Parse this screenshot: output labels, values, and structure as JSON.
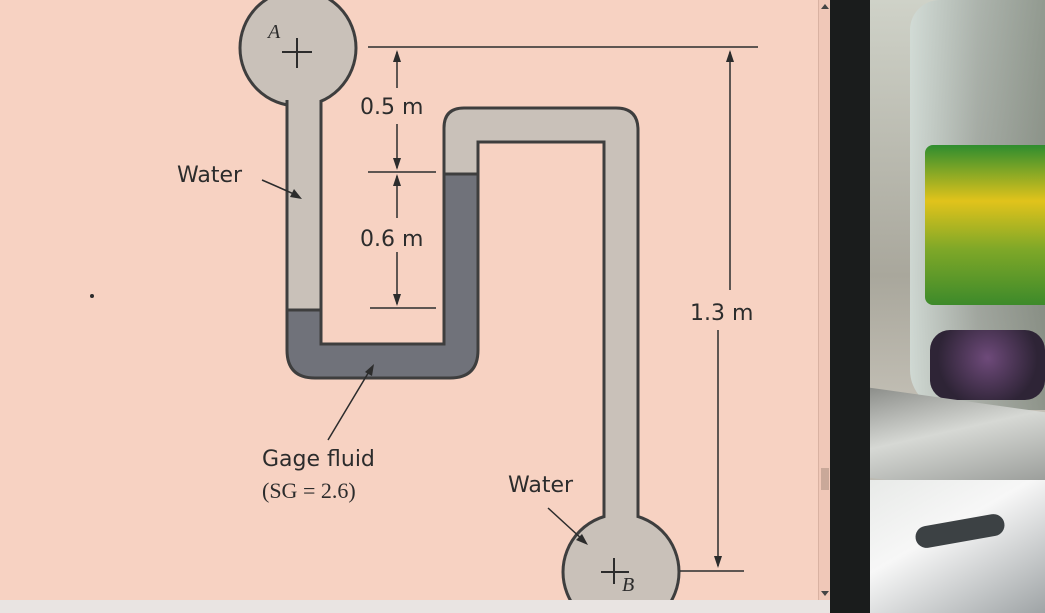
{
  "diagram": {
    "label_A": "A",
    "label_B": "B",
    "dim_top": "0.5 m",
    "dim_mid": "0.6 m",
    "dim_total": "1.3 m",
    "label_water_left": "Water",
    "label_water_right": "Water",
    "gage_line1": "Gage fluid",
    "gage_line2": "(SG = 2.6)",
    "colors": {
      "background": "#f7d2c2",
      "water_tube": "#c9c1b9",
      "gage_fluid": "#70727a",
      "outline": "#3e3e3e",
      "text": "#2c2c2c"
    }
  },
  "icons": [
    "plus-marker-icon",
    "scroll-up-icon",
    "scroll-down-icon"
  ]
}
